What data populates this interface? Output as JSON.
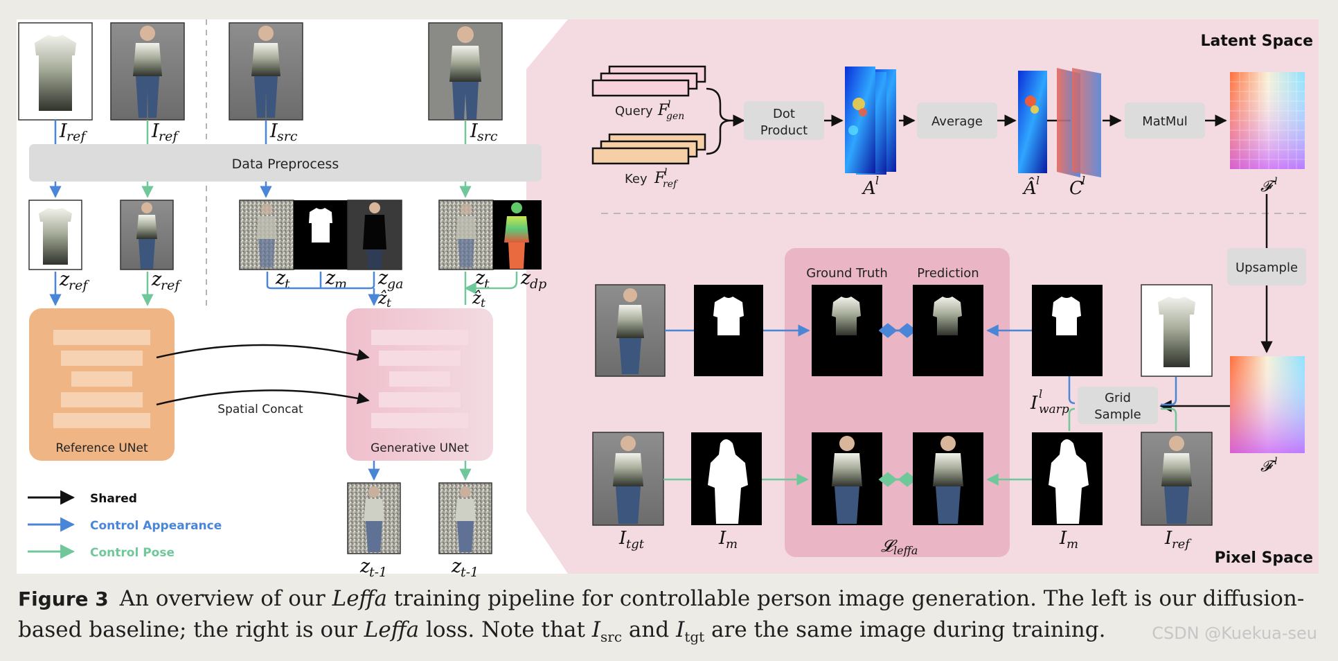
{
  "colors": {
    "appearance": "#4a86d8",
    "pose": "#6fc79a",
    "shared": "#111111",
    "right_panel": "#f3dbe1",
    "loss_box": "#eab5c4",
    "gen_unet": "#efbfcc",
    "ref_unet": "#f0b585",
    "preprocess": "#dcdcdc"
  },
  "labels": {
    "data_preprocess": "Data Preprocess",
    "reference_unet": "Reference UNet",
    "generative_unet": "Generative UNet",
    "spatial_concat": "Spatial Concat",
    "latent_space": "Latent Space",
    "pixel_space": "Pixel Space",
    "query": "Query",
    "key": "Key",
    "dot_product_1": "Dot",
    "dot_product_2": "Product",
    "average": "Average",
    "matmul": "MatMul",
    "upsample": "Upsample",
    "grid_sample_1": "Grid",
    "grid_sample_2": "Sample",
    "ground_truth": "Ground Truth",
    "prediction": "Prediction"
  },
  "math": {
    "i_ref": "I",
    "ref": "ref",
    "src": "src",
    "tgt": "tgt",
    "z": "z",
    "z_hat": "ẑ",
    "t": "t",
    "m": "m",
    "ga": "ga",
    "dp": "dp",
    "t_minus_1": "t-1",
    "a": "A",
    "a_hat": "Â",
    "c": "C",
    "f_script": "𝓕",
    "sup_l": "l",
    "f_gen": "F",
    "gen": "gen",
    "warp": "warp",
    "l_script": "𝓛",
    "leffa": "leffa"
  },
  "legend": [
    {
      "label": "Shared",
      "color": "#111111"
    },
    {
      "label": "Control Appearance",
      "color": "#4a86d8"
    },
    {
      "label": "Control Pose",
      "color": "#6fc79a"
    }
  ],
  "caption": {
    "figure": "Figure 3",
    "part1": "An overview of our ",
    "leffa": "Leffa",
    "part2": " training pipeline for controllable person image generation. The left is our diffusion-based baseline; the right is our ",
    "part3": " loss. Note that ",
    "i_src": "I",
    "src": "src",
    "and": " and ",
    "i_tgt": "I",
    "tgt": "tgt",
    "part4": " are the same image during training."
  },
  "watermark": "CSDN @Kuekua-seu"
}
